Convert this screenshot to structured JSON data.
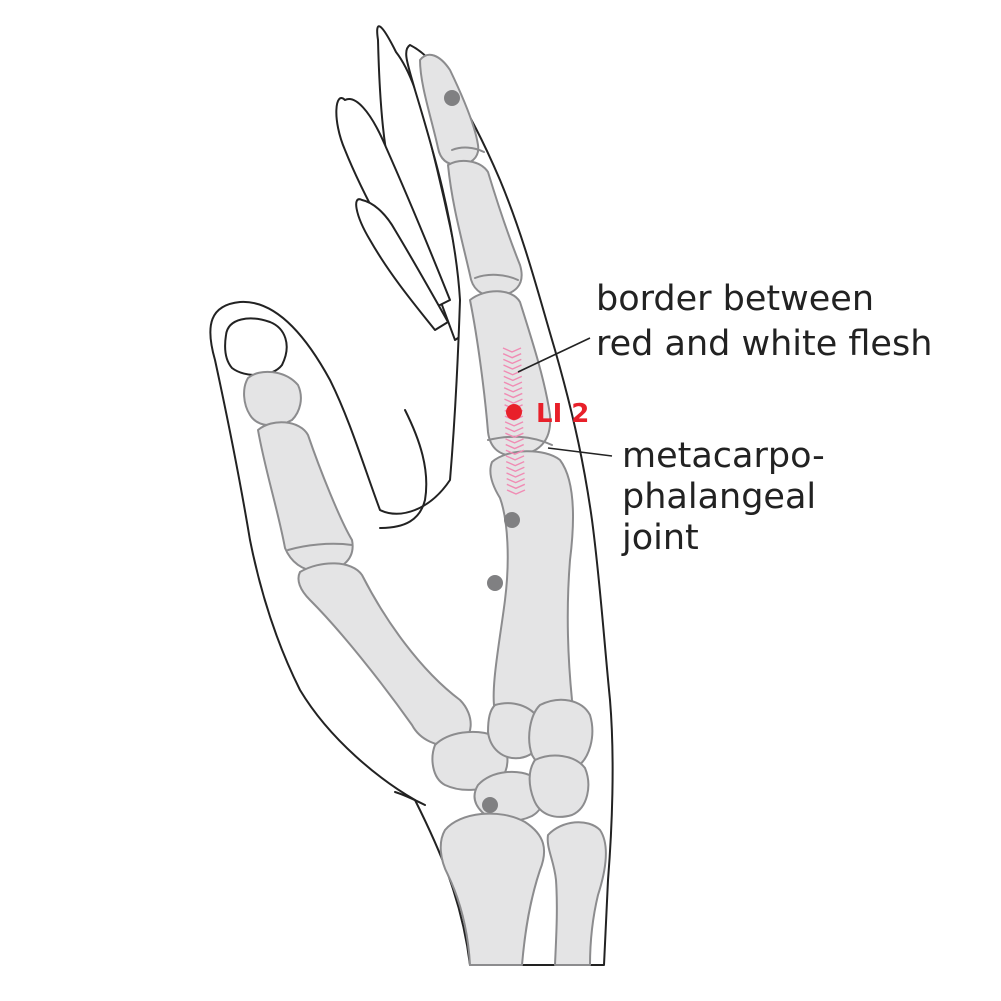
{
  "diagram": {
    "labels": {
      "border": [
        "border between",
        "red and white flesh"
      ],
      "joint": [
        "metacarpo-",
        "phalangeal",
        "joint"
      ]
    },
    "acupoint": {
      "name": "LI 2"
    },
    "colors": {
      "acupoint": "#e8202a",
      "reference_point": "#808082",
      "flesh_border_hatch": "#f08cb4",
      "bone_fill": "#e4e4e5",
      "bone_stroke": "#8c8c8e",
      "outline": "#222222"
    }
  }
}
